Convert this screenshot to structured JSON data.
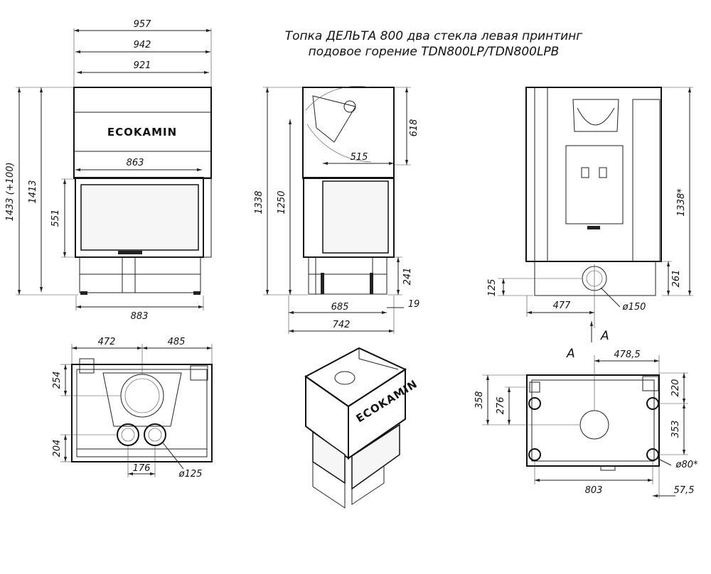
{
  "title": {
    "line1": "Топка ДЕЛЬТА 800 два стекла левая принтинг",
    "line2": "подовое горение TDN800LP/TDN800LPB"
  },
  "logo": {
    "front": "ECOKAMIN",
    "iso": "ECOKAMIN"
  },
  "front_view": {
    "w957": "957",
    "w942": "942",
    "w921": "921",
    "w863": "863",
    "w883": "883",
    "h1433": "1433 (+100)",
    "h1413": "1413",
    "h551": "551"
  },
  "side_view": {
    "h618": "618",
    "w515": "515",
    "h1338": "1338",
    "h1250": "1250",
    "h241": "241",
    "w685": "685",
    "w742": "742",
    "d19": "19"
  },
  "rear_view": {
    "h1338s": "1338*",
    "h261": "261",
    "h125": "125",
    "w477": "477",
    "d150": "ø150"
  },
  "top_view": {
    "w472": "472",
    "w485": "485",
    "h254": "254",
    "h204": "204",
    "w176": "176",
    "d125": "ø125"
  },
  "base_view": {
    "w478": "478,5",
    "h358": "358",
    "h276": "276",
    "h220": "220",
    "h353": "353",
    "d80": "ø80*",
    "w803": "803",
    "w575": "57,5"
  },
  "arrows": {
    "a1": "A",
    "a2": "A"
  },
  "colors": {
    "line": "#222222",
    "background": "#ffffff"
  }
}
